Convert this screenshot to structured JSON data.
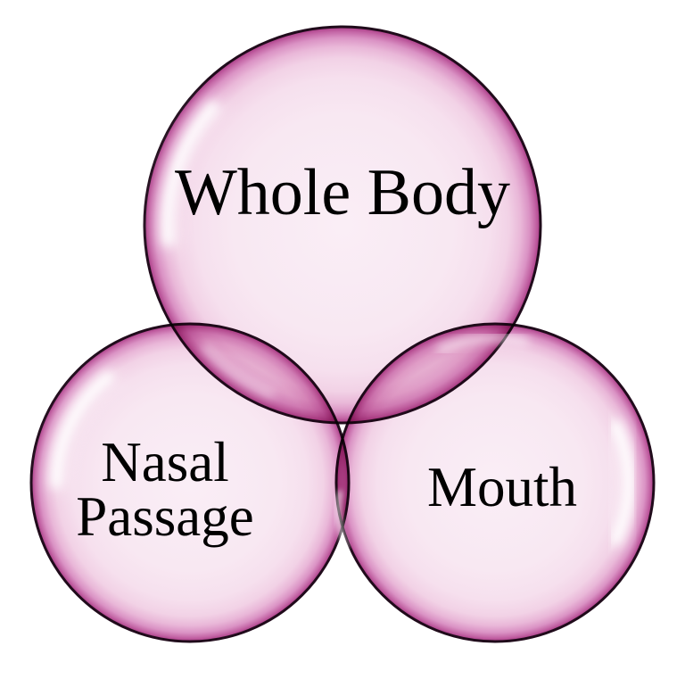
{
  "diagram": {
    "type": "venn-diagram",
    "background_color": "#ffffff",
    "outline_color": "#200b1b",
    "text_color": "#000000",
    "bubble_colors": {
      "inner_fill": "#faeef6",
      "mid_fill": "#f6e0ee",
      "rim": "#aa3a86",
      "overlap": "#d583b7",
      "gloss": "#ffffff"
    },
    "sets": [
      {
        "id": "whole-body",
        "label": "Whole Body",
        "lines": [
          "Whole Body"
        ]
      },
      {
        "id": "nasal-passage",
        "label": "Nasal Passage",
        "lines": [
          "Nasal",
          "Passage"
        ]
      },
      {
        "id": "mouth",
        "label": "Mouth",
        "lines": [
          "Mouth"
        ]
      }
    ]
  }
}
